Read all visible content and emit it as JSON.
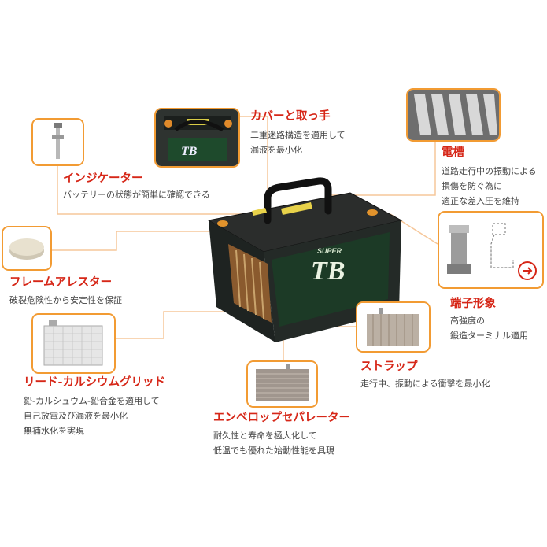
{
  "colors": {
    "accent_border": "#f29b33",
    "label_red": "#d62718",
    "connector": "#f6c79a",
    "text": "#444444"
  },
  "battery": {
    "brand_small": "SUPER",
    "brand_large": "TB"
  },
  "callouts": {
    "cover": {
      "title": "カバーと取っ手",
      "lines": [
        "二重迷路構造を適用して",
        "漏液を最小化"
      ],
      "icon": "battery-top-photo"
    },
    "indicator": {
      "title": "インジケーター",
      "lines": [
        "バッテリーの状態が簡単に確認できる"
      ],
      "icon": "indicator-probe-photo"
    },
    "container": {
      "title": "電槽",
      "lines": [
        "道路走行中の振動による",
        "損傷を防ぐ為に",
        "適正な差入圧を維持"
      ],
      "icon": "cell-container-photo"
    },
    "flame": {
      "title": "フレームアレスター",
      "lines": [
        "破裂危険性から安定性を保証"
      ],
      "icon": "flame-arrester-disc-photo"
    },
    "terminal": {
      "title": "端子形象",
      "lines": [
        "高強度の",
        "鍛造ターミナル適用"
      ],
      "icon": "terminal-post-photo"
    },
    "grid": {
      "title": "リード-カルシウムグリッド",
      "lines": [
        "鉛-カルシュウム-鉛合金を適用して",
        "自己放電及び漏液を最小化",
        "無補水化を実現"
      ],
      "icon": "lead-grid-photo"
    },
    "strap": {
      "title": "ストラップ",
      "lines": [
        "走行中、振動による衝撃を最小化"
      ],
      "icon": "strap-plate-photo"
    },
    "separator": {
      "title": "エンベロップセパレーター",
      "lines": [
        "耐久性と寿命を極大化して",
        "低温でも優れた始動性能を具現"
      ],
      "icon": "envelope-separator-photo"
    }
  }
}
